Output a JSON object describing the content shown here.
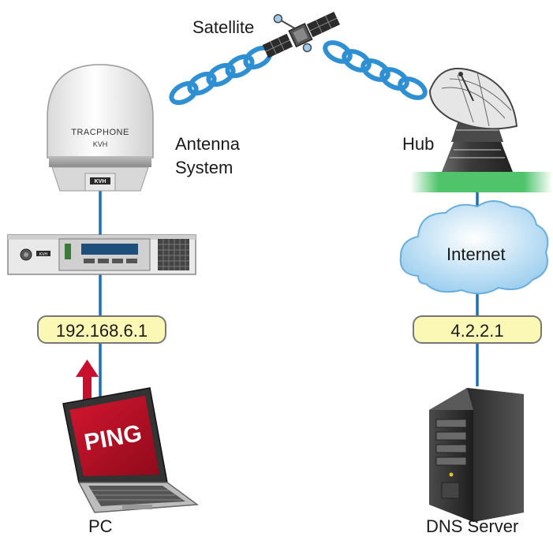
{
  "nodes": {
    "satellite": "Satellite",
    "antenna_line1": "Antenna",
    "antenna_line2": "System",
    "hub": "Hub",
    "internet": "Internet",
    "pc": "PC",
    "dns": "DNS Server"
  },
  "addresses": {
    "local": "192.168.6.1",
    "dns": "4.2.2.1"
  },
  "ping_label": "PING",
  "branding": {
    "dome_line1": "TRACPHONE",
    "dome_line2": "KVH",
    "base_plate": "KVH",
    "rack_logo": "KVH"
  },
  "colors": {
    "link_line": "#1f6fb5",
    "ip_fill": "#fbf7b4",
    "ping_red": "#c8102e",
    "arrow_red": "#c8102e",
    "chain_blue": "#3a9ad9",
    "cloud_blue": "#bfe0f5",
    "ground_green": "#4fc46a"
  }
}
